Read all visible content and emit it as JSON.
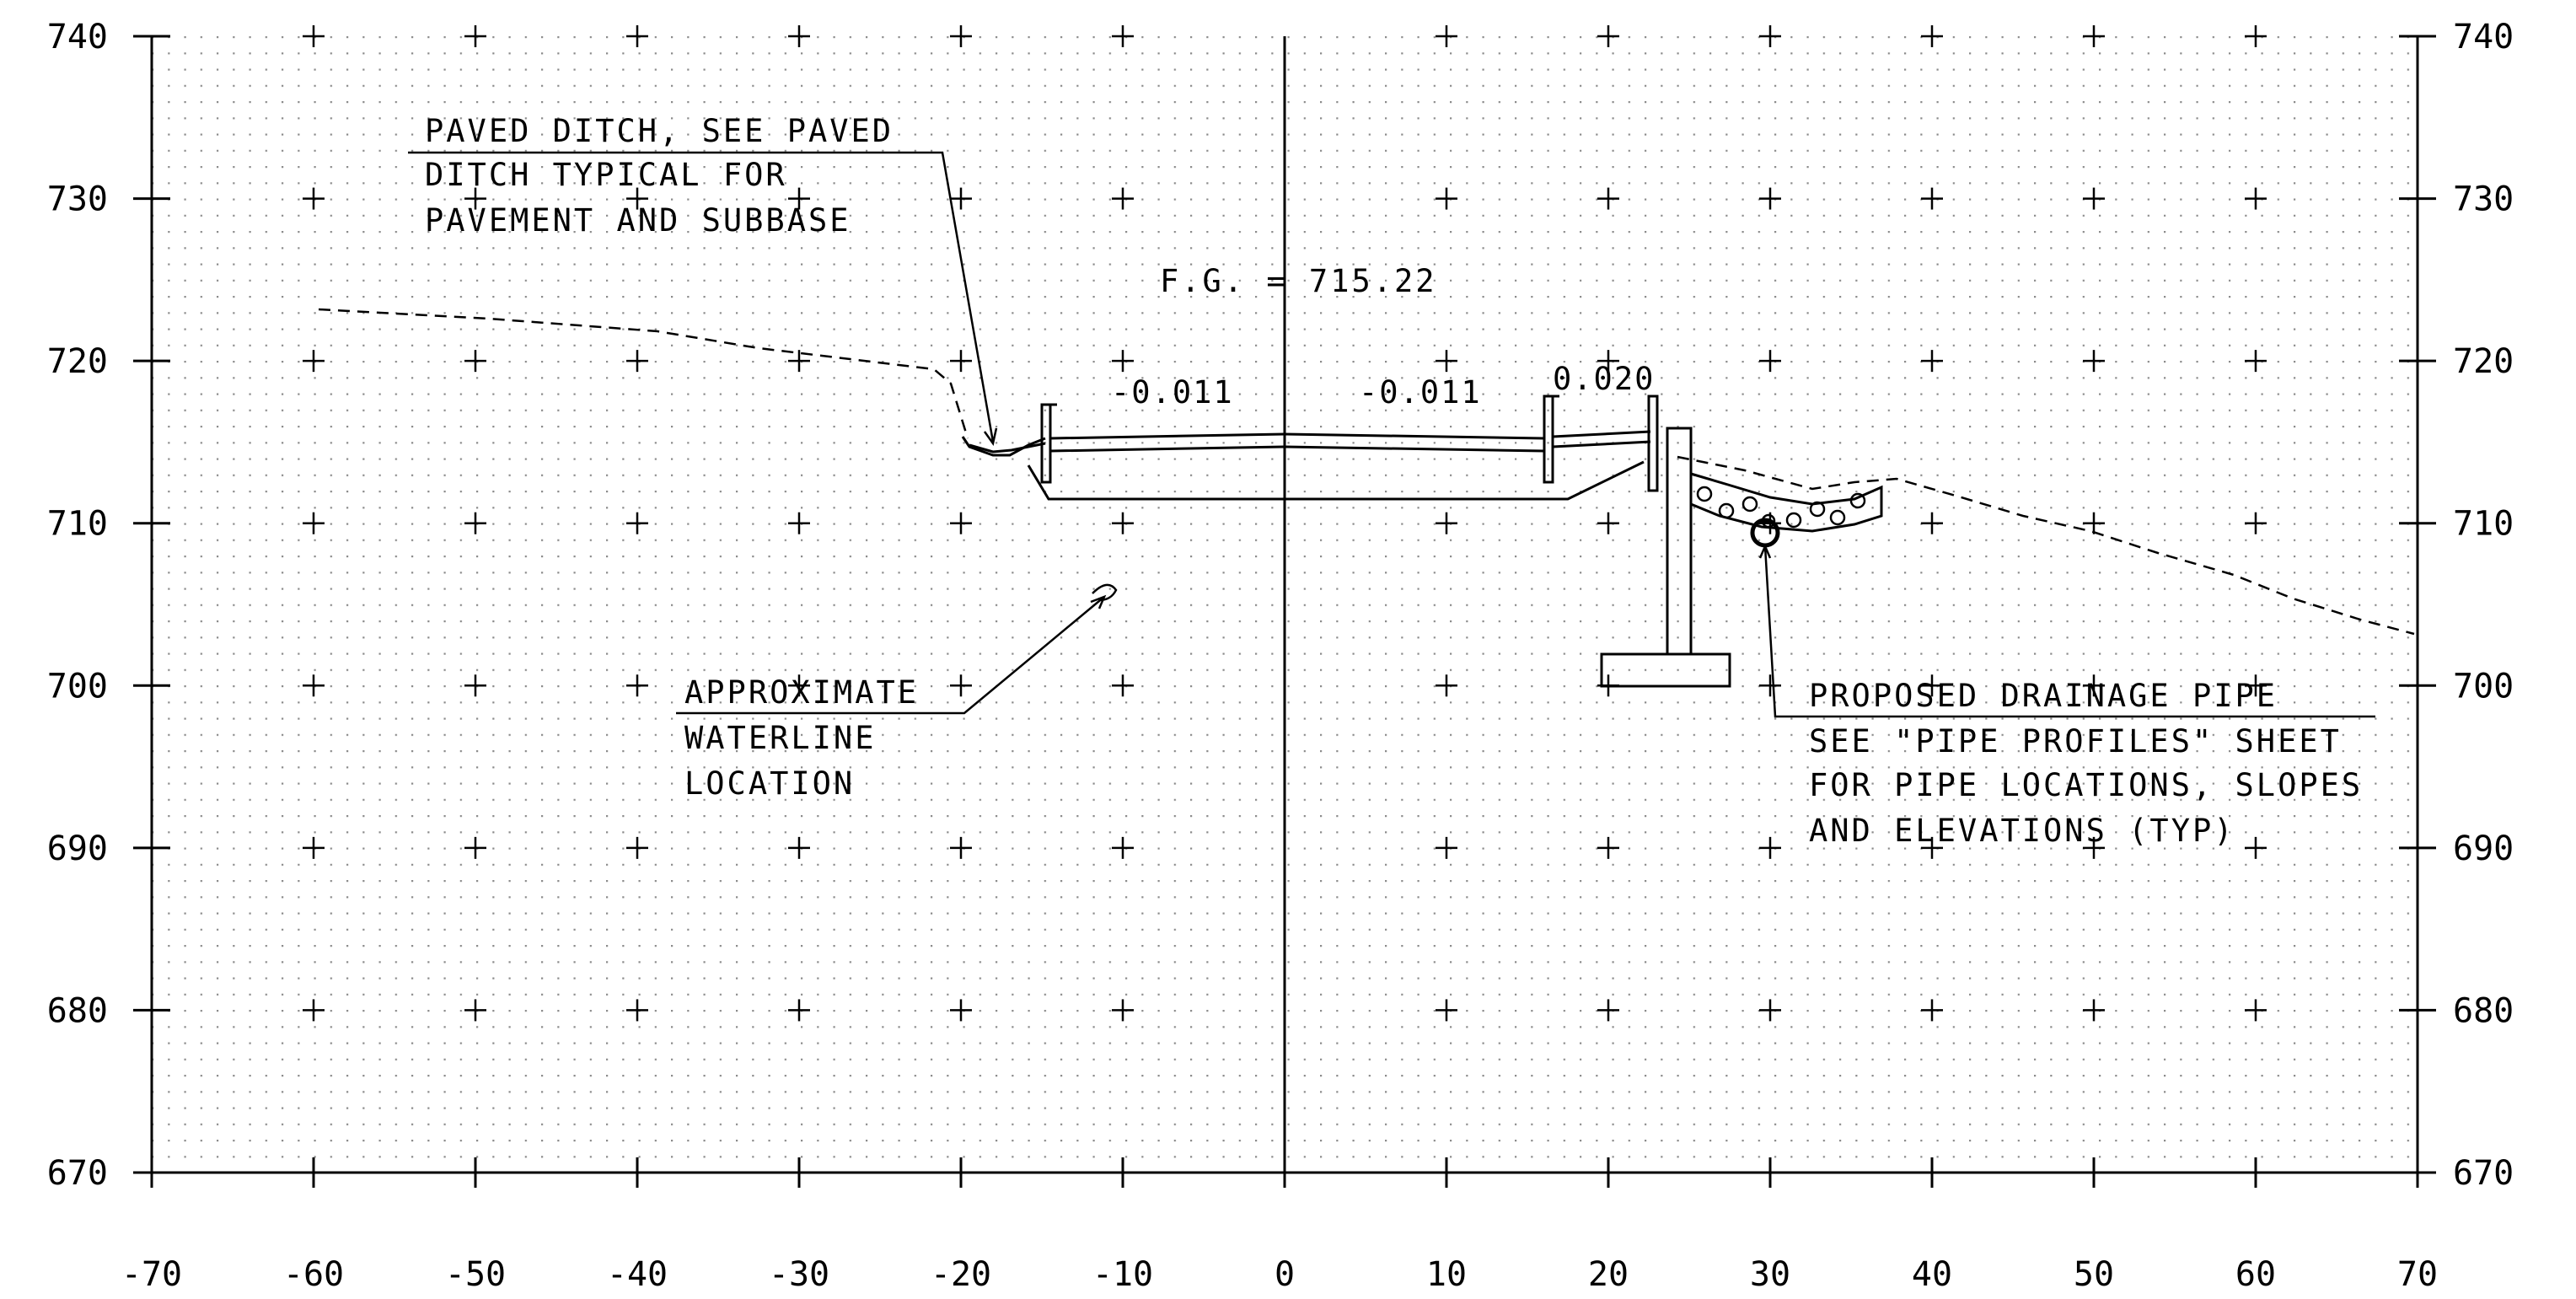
{
  "sheet": {
    "y_axis_left_labels": [
      "740",
      "730",
      "720",
      "710",
      "700",
      "690",
      "680",
      "670"
    ],
    "y_axis_right_labels": [
      "740",
      "730",
      "720",
      "710",
      "700",
      "690",
      "680",
      "670"
    ],
    "x_axis_labels": [
      "-70",
      "-60",
      "-50",
      "-40",
      "-30",
      "-20",
      "-10",
      "0",
      "10",
      "20",
      "30",
      "40",
      "50",
      "60",
      "70"
    ],
    "x_range": [
      -70,
      70
    ],
    "y_range": [
      670,
      740
    ],
    "grid": "dotted with + marks at 10-unit intersections"
  },
  "annotations": {
    "paved_ditch": [
      "PAVED DITCH, SEE PAVED",
      "DITCH TYPICAL FOR",
      "PAVEMENT AND SUBBASE"
    ],
    "finished_grade": "F.G. = 715.22",
    "slope_left": "-0.011",
    "slope_center": "-0.011",
    "slope_right": "0.020",
    "waterline": [
      "APPROXIMATE",
      "WATERLINE",
      "LOCATION"
    ],
    "drainage_pipe": [
      "PROPOSED DRAINAGE PIPE",
      "SEE \"PIPE PROFILES\" SHEET",
      "FOR PIPE LOCATIONS, SLOPES",
      "AND ELEVATIONS (TYP)"
    ]
  },
  "colors": {
    "ink": "#000000",
    "background": "#ffffff",
    "grid_dot": "#7a7a7a"
  }
}
